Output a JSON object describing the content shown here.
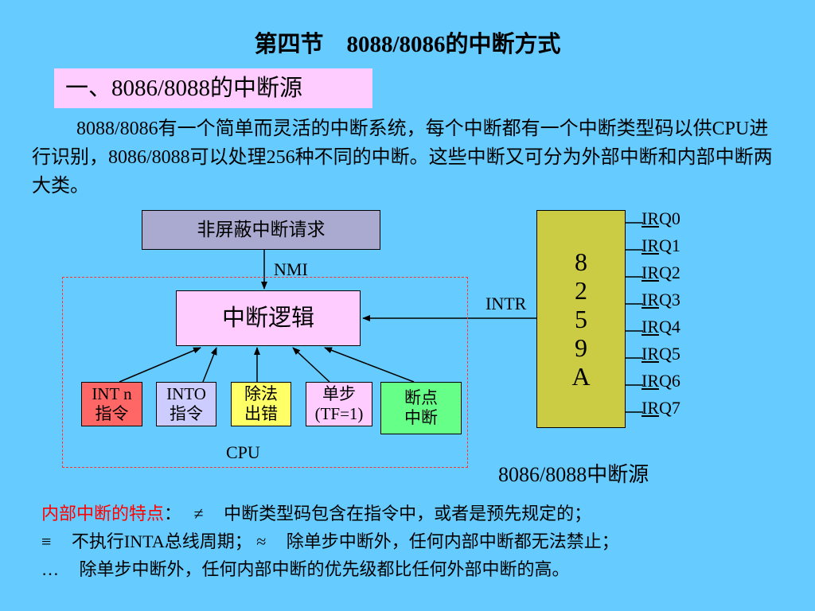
{
  "title": "第四节　8088/8086的中断方式",
  "section_heading": "一、8086/8088的中断源",
  "intro_text": "8088/8086有一个简单而灵活的中断系统，每个中断都有一个中断类型码以供CPU进行识别，8086/8088可以处理256种不同的中断。这些中断又可分为外部中断和内部中断两大类。",
  "diagram": {
    "nmi_request": "非屏蔽中断请求",
    "nmi_label": "NMI",
    "interrupt_logic": "中断逻辑",
    "intr_label": "INTR",
    "cpu_label": "CPU",
    "caption": "8086/8088中断源",
    "sources": [
      {
        "line1": "INT  n",
        "line2": "指令"
      },
      {
        "line1": "INTO",
        "line2": "指令"
      },
      {
        "line1": "除法",
        "line2": "出错"
      },
      {
        "line1": "单步",
        "line2": "(TF=1)"
      },
      {
        "line1": "断点",
        "line2": "中断"
      }
    ],
    "pic_chars": [
      "8",
      "2",
      "5",
      "9",
      "A"
    ],
    "irq_lines": [
      {
        "prefix": "IR",
        "suffix": "Q0"
      },
      {
        "prefix": "IR",
        "suffix": "Q1"
      },
      {
        "prefix": "IR",
        "suffix": "Q2"
      },
      {
        "prefix": "IR",
        "suffix": "Q3"
      },
      {
        "prefix": "IR",
        "suffix": "Q4"
      },
      {
        "prefix": "IR",
        "suffix": "Q5"
      },
      {
        "prefix": "IR",
        "suffix": "Q6"
      },
      {
        "prefix": "IR",
        "suffix": "Q7"
      }
    ]
  },
  "notes": {
    "heading": "内部中断的特点",
    "colon": "：",
    "item1_mark": "≠",
    "item1": "中断类型码包含在指令中，或者是预先规定的；",
    "item2_mark": "≡",
    "item2": "不执行INTA总线周期；",
    "item3_mark": "≈",
    "item3": "除单步中断外，任何内部中断都无法禁止；",
    "item4_mark": "…",
    "item4": "除单步中断外，任何内部中断的优先级都比任何外部中断的高。"
  }
}
